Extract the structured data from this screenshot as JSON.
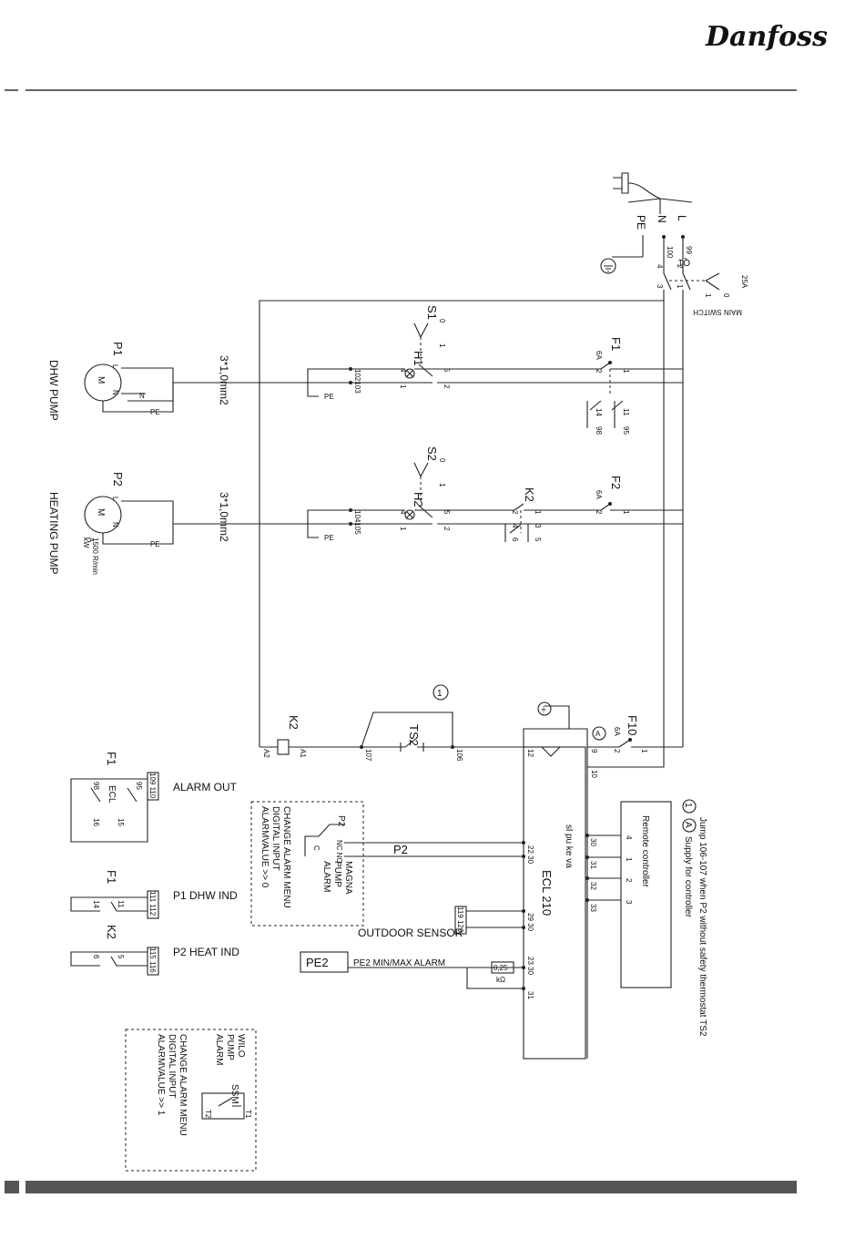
{
  "brand": "Danfoss",
  "supply": {
    "pe": "PE",
    "n": "N",
    "l": "L",
    "t100": "100",
    "t99": "99",
    "t2": "2",
    "t1": "1",
    "t3": "3",
    "t4": "4"
  },
  "main_switch": {
    "label": "MAIN SWITCH",
    "ref": "Q1",
    "rating": "25A",
    "pos0": "0",
    "pos1": "1"
  },
  "pumps": {
    "p1": {
      "name": "DHW PUMP",
      "ref": "P1",
      "cable": "3*1,0mm2",
      "l": "L",
      "n": "N",
      "m": "M",
      "pe": "PE",
      "term": "102103"
    },
    "p2": {
      "name": "HEATING PUMP",
      "ref": "P2",
      "cable": "3*1,0mm2",
      "l": "L",
      "n": "N",
      "m": "M",
      "pe": "PE",
      "term": "104105",
      "spec1": "kW",
      "spec2": "A",
      "spec3": "1500 R/min"
    }
  },
  "switches": {
    "s1": {
      "ref": "S1",
      "lamp": "H1",
      "p0": "0",
      "p1": "1",
      "a": "4",
      "b": "1",
      "c": "5",
      "d": "2"
    },
    "s2": {
      "ref": "S2",
      "lamp": "H2",
      "p0": "0",
      "p1": "1",
      "a": "4",
      "b": "1",
      "c": "5",
      "d": "2"
    }
  },
  "fuses": {
    "f1": {
      "ref": "F1",
      "rating": "6A",
      "a": "2",
      "b": "1",
      "c": "14",
      "d": "11",
      "e": "98",
      "f": "95"
    },
    "f2": {
      "ref": "F2",
      "rating": "6A",
      "a": "2",
      "b": "1"
    },
    "f10": {
      "ref": "F10",
      "rating": "6A",
      "a": "2",
      "b": "1"
    }
  },
  "k2": {
    "ref": "K2",
    "t1": "1",
    "t2": "2",
    "t3": "3",
    "t4": "4",
    "t5": "5",
    "t6": "6",
    "a1": "A1",
    "a2": "A2"
  },
  "ts2": {
    "ref": "TS2",
    "t107": "107",
    "t106": "106",
    "note": "1"
  },
  "ecl": {
    "name": "ECL 210",
    "codes": "sl pu ke va",
    "t12": "12",
    "t9": "9",
    "t10": "10",
    "t30": "30",
    "t31": "31",
    "t32": "32",
    "t33": "33",
    "t2230": "22 30",
    "t2930": "29 30",
    "t2330": "23 30",
    "t31b": "31",
    "pe_symbol": "⏚",
    "a_symbol": "A"
  },
  "remote": {
    "label": "Remote controller",
    "t4": "4",
    "t1": "1",
    "t2": "2",
    "t3": "3"
  },
  "notes": {
    "n1_mark": "1",
    "n1": "Jump 106-107 when P2 without safety thermostat TS2",
    "na_mark": "A",
    "na": "Supply for controller"
  },
  "alarm": {
    "out": "ALARM OUT",
    "term": "109 110",
    "f1": "F1",
    "ecl": "ECL",
    "t95": "95",
    "t98": "98",
    "t15": "15",
    "t16": "16",
    "p1_ind": "P1 DHW IND",
    "p1_term": "111 112",
    "p1_f1": "F1",
    "p1_a": "14",
    "p1_b": "11",
    "p2_ind": "P2 HEAT IND",
    "p2_term": "115 116",
    "p2_k2": "K2",
    "p2_a": "6",
    "p2_b": "5"
  },
  "magna": {
    "lines": [
      "CHANGE ALARM MENU",
      "DIGITAL INPUT",
      "ALARMVALUE >> 0"
    ],
    "title": [
      "MAGNA",
      "PUMP",
      "ALARM"
    ],
    "p2": "P2",
    "c": "C",
    "ncno": "NC NO",
    "wire": "P2"
  },
  "outdoor": {
    "label": "OUTDOOR SENSOR",
    "term": "119 120"
  },
  "pe2": {
    "box": "PE2",
    "label": "PE2 MIN/MAX ALARM",
    "res": "0,25",
    "unit": "kΩ"
  },
  "wilo": {
    "lines": [
      "CHANGE ALARM MENU",
      "DIGITAL INPUT",
      "ALARMVALUE >> 1"
    ],
    "title": [
      "WILO",
      "PUMP",
      "ALARM"
    ],
    "ssm": "SSM",
    "t1": "T1",
    "t2": "T2"
  }
}
